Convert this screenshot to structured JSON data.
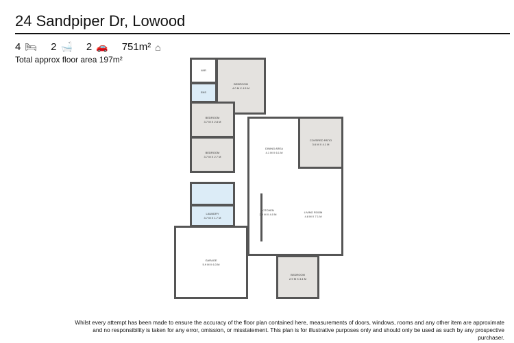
{
  "title": "24 Sandpiper Dr, Lowood",
  "stats": {
    "bedrooms": "4",
    "bedroom_icon": "bed-icon",
    "bathrooms": "2",
    "bath_icon": "bath-icon",
    "garages": "2",
    "garage_icon": "car-garage-icon",
    "land": "751m²",
    "land_icon": "house-land-icon"
  },
  "floor_area": "Total approx floor area 197m²",
  "rooms": [
    {
      "name": "WIR",
      "dims": ""
    },
    {
      "name": "ENS",
      "dims": ""
    },
    {
      "name": "BEDROOM",
      "dims": "4.0 M X 4.5 M"
    },
    {
      "name": "BEDROOM",
      "dims": "3.7 M X 2.8 M"
    },
    {
      "name": "BEDROOM",
      "dims": "3.7 M X 2.7 M"
    },
    {
      "name": "",
      "dims": ""
    },
    {
      "name": "LAUNDRY",
      "dims": "3.7 M X 1.7 M"
    },
    {
      "name": "GARAGE",
      "dims": "5.9 M X 6.3 M"
    },
    {
      "name": "DINING AREA",
      "dims": "4.1 M X 6.1 M"
    },
    {
      "name": "COVERED PATIO",
      "dims": "3.6 M X 4.1 M"
    },
    {
      "name": "KITCHEN",
      "dims": "2.9 M X 4.0 M"
    },
    {
      "name": "LIVING ROOM",
      "dims": "4.8 M X 7.1 M"
    },
    {
      "name": "BEDROOM",
      "dims": "2.9 M X 3.4 M"
    }
  ],
  "disclaimer": [
    "Whilst every attempt has been made to ensure the accuracy of the floor plan contained here, measurements of doors, windows, rooms and any other item are approximate",
    "and no responsibility is taken for any error, omission, or misstatement. This plan is for illustrative purposes only and should only be used as such by any prospective purchaser."
  ]
}
